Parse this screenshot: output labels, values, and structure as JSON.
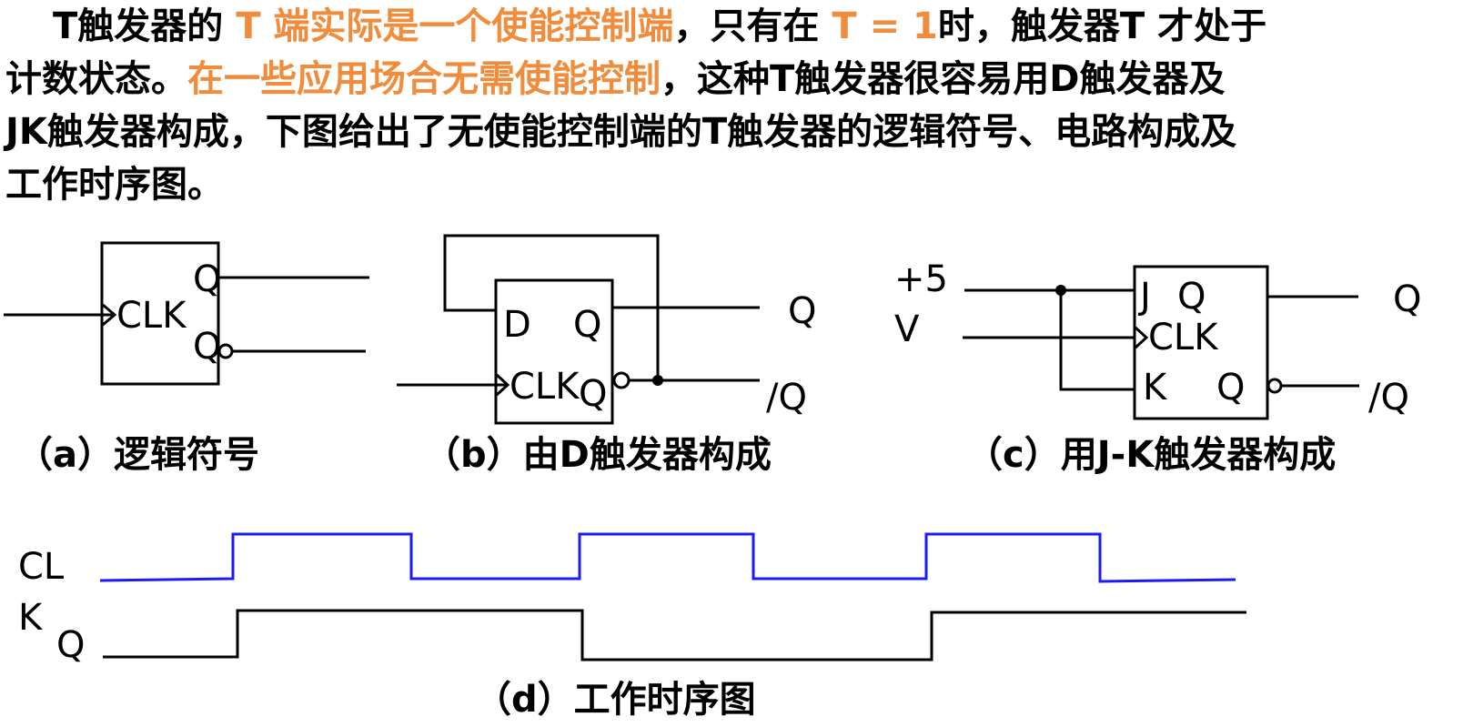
{
  "paragraph": {
    "line1": {
      "a": "T触发器的 ",
      "b": "T 端实际是一个使能控制端",
      "c": "，只有在 ",
      "d": "T = 1",
      "e": "时，触发器T 才处于"
    },
    "line2": {
      "a": "计数状态。",
      "b": "在一些应用场合无需使能控制",
      "c": "，这种T触发器很容易用D触发器及"
    },
    "line3": "JK触发器构成，下图给出了无使能控制端的T触发器的逻辑符号、电路构成及",
    "line4": "工作时序图。"
  },
  "colors": {
    "text": "#000000",
    "highlight": "#f08c3c",
    "clock_waveform": "#1a1aff",
    "q_waveform": "#000000"
  },
  "diagram_a": {
    "clk_label": "CLK",
    "q_label": "Q",
    "qbar_label": "Q",
    "caption": "（a）逻辑符号"
  },
  "diagram_b": {
    "d_label": "D",
    "q_label": "Q",
    "clk_label": "CLK",
    "qbar_label": "Q",
    "q_out": "Q",
    "qbar_out": "/Q",
    "caption": "（b）由D触发器构成"
  },
  "diagram_c": {
    "vcc_label_1": "+5",
    "vcc_label_2": "V",
    "j_label": "J",
    "q_label": "Q",
    "clk_label": "CLK",
    "k_label": "K",
    "qbar_label": "Q",
    "q_out": "Q",
    "qbar_out": "/Q",
    "caption": "（c）用J-K触发器构成"
  },
  "timing": {
    "clk_label_1": "CL",
    "clk_label_2": "K",
    "q_label": "Q",
    "caption": "（d）工作时序图"
  }
}
